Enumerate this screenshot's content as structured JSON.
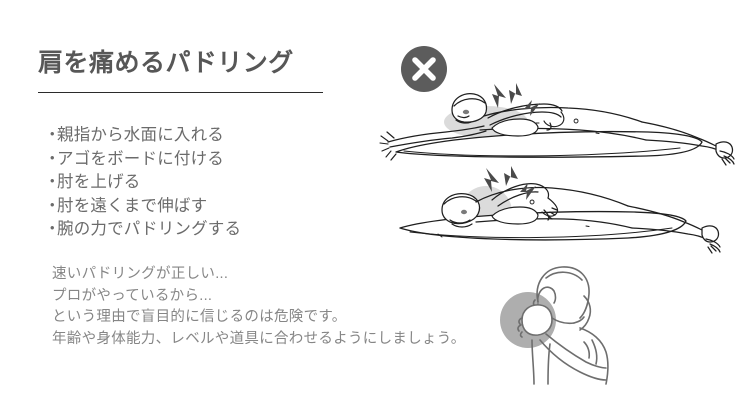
{
  "slide": {
    "background_color": "#ffffff",
    "title": "肩を痛めるパドリング",
    "title_color": "#575757",
    "rule_color": "#2b2b2b"
  },
  "bullets": {
    "marker": "・",
    "text_color": "#6b6b6b",
    "items": [
      "親指から水面に入れる",
      "アゴをボードに付ける",
      "肘を上げる",
      "肘を遠くまで伸ばす",
      "腕の力でパドリングする"
    ]
  },
  "note": {
    "text_color": "#868686",
    "lines": [
      "速いパドリングが正しい...",
      "プロがやっているから...",
      "という理由で盲目的に信じるのは危険です。",
      "年齢や身体能力、レベルや道具に合わせるようにしましょう。"
    ]
  },
  "badge": {
    "icon": "x-mark-circle-icon",
    "circle_color": "#5c5c5c",
    "mark_color": "#ffffff"
  },
  "illustrations": {
    "line_color": "#1f1f1f",
    "soft_line_color": "#6e6e6e",
    "pain_bolt_color": "#4a4a4a",
    "pain_highlight_color": "#9a9a9a",
    "items": [
      {
        "name": "surfer-paddling-side-view",
        "caption_icon": "pain-bolt-icon",
        "description": "サーファーがボード上で腕を使ってパドリングしている側面図（肩に痛みマーク）"
      },
      {
        "name": "surfer-paddling-rear-view",
        "caption_icon": "pain-bolt-icon",
        "description": "サーファーがボード上で肘を上げてパドリングしている後方図（肩に痛みマーク）"
      },
      {
        "name": "person-holding-shoulder",
        "caption_icon": "shoulder-pain-icon",
        "description": "肩を押さえて痛がる人物"
      }
    ]
  }
}
